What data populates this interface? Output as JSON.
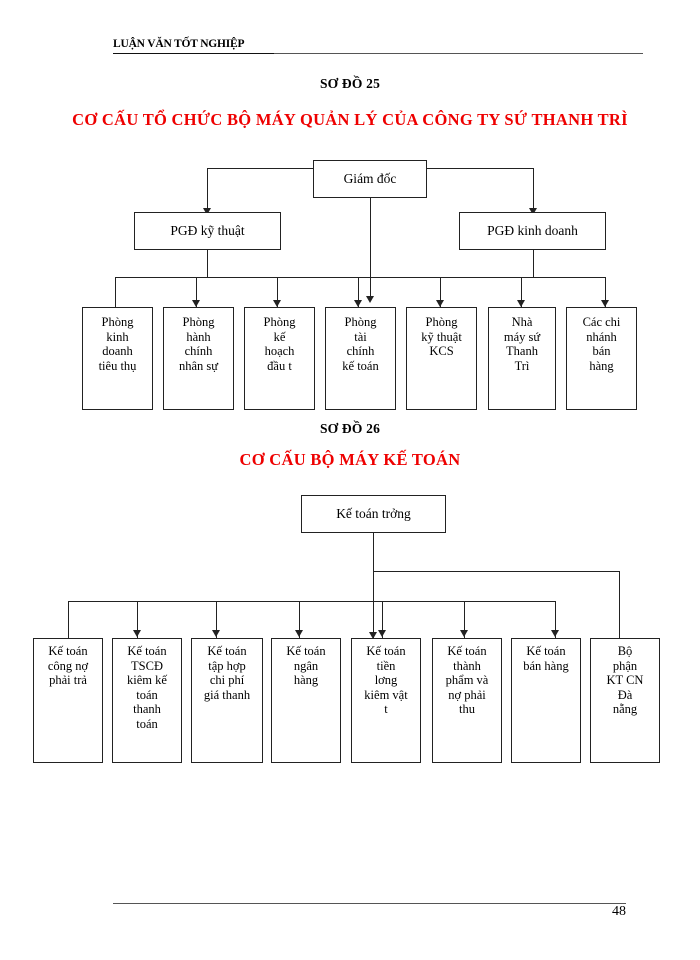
{
  "document": {
    "header": "LUẬN VĂN TỐT NGHIỆP",
    "page_number": "48",
    "title_color": "#ee0000",
    "line_color": "#222222"
  },
  "figure1": {
    "number": "SƠ ĐỒ 25",
    "title": "CƠ CẤU TỔ CHỨC BỘ MÁY QUẢN LÝ CỦA CÔNG TY SỨ THANH TRÌ",
    "root": "Giám đốc",
    "deputies": [
      "PGĐ kỹ thuật",
      "PGĐ kinh doanh"
    ],
    "departments": [
      "Phòng\nkinh\ndoanh\ntiêu thụ",
      "Phòng\nhành\nchính\nnhân sự",
      "Phòng\nkế\nhoạch\nđầu t",
      "Phòng\ntài\nchính\nkế toán",
      "Phòng\nkỹ thuật\nKCS",
      "Nhà\nmáy sứ\nThanh\nTrì",
      "Các chi\nnhánh\nbán\nhàng"
    ]
  },
  "figure2": {
    "number": "SƠ ĐỒ 26",
    "title": "CƠ CẤU BỘ MÁY KẾ TOÁN",
    "root": "Kế toán trởng",
    "staff": [
      "Kế toán\ncông nợ\nphải trả",
      "Kế toán\nTSCĐ\nkiêm kế\ntoán\nthanh\ntoán",
      "Kế toán\ntập hợp\nchi phí\ngiá thanh",
      "Kế toán\nngân\nhàng",
      "Kế toán\ntiền\nlơng\nkiêm  vật\nt",
      "Kế toán\nthành\nphẩm và\nnợ phải\nthu",
      "Kế toán\nbán hàng",
      "Bộ\nphận\nKT CN\nĐà\nnẵng"
    ]
  }
}
